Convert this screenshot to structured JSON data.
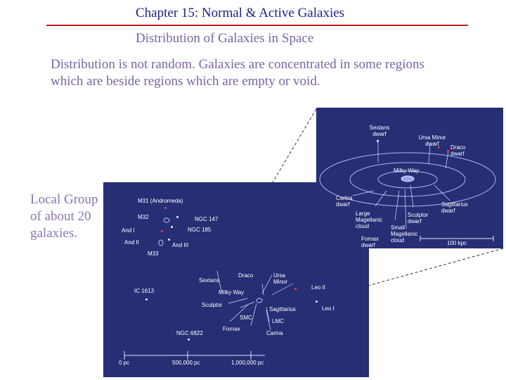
{
  "header": {
    "chapter_title": "Chapter 15: Normal & Active Galaxies",
    "subtitle": "Distribution of Galaxies in Space"
  },
  "body": {
    "paragraph": "Distribution is not random.  Galaxies are concentrated in some regions which are beside regions which are empty or void.",
    "local_group_caption": "Local Group of about 20 galaxies."
  },
  "local_group_map": {
    "labels": {
      "m31": "M31 (Andromeda)",
      "m32": "M32",
      "ngc147": "NGC 147",
      "ngc185": "NGC 185",
      "andi": "And I",
      "andii": "And II",
      "andiii": "And III",
      "m33": "M33",
      "ic1613": "IC 1613",
      "sextans": "Sextans",
      "draco": "Draco",
      "ursa_minor": "Ursa Minor",
      "milky_way": "Milky Way",
      "leo_ii": "Leo II",
      "leo_i": "Leo I",
      "sculptor": "Sculptor",
      "sagittarius": "Sagittarius",
      "smc": "SMC",
      "lmc": "LMC",
      "fornax": "Fornax",
      "carina": "Carina",
      "ngc6822": "NGC 6822"
    },
    "scale": {
      "tick0": "0 pc",
      "tick1": "500,000 pc",
      "tick2": "1,000,000 pc"
    }
  },
  "milky_way_inset": {
    "labels": {
      "sextans": "Sextans dwarf",
      "ursa_minor": "Ursa Minor dwarf",
      "draco": "Draco dwarf",
      "milky_way": "Milky Way",
      "carina": "Carina dwarf",
      "lmc": "Large Magellanic cloud",
      "sculptor": "Sculptor dwarf",
      "sagittarius": "Sagittarius dwarf",
      "smc": "Small Magellanic cloud",
      "fornax": "Fornax dwarf",
      "scale": "100 kpc"
    }
  },
  "colors": {
    "title": "#1a1f8c",
    "rule": "#c0161c",
    "text": "#7a63a8",
    "panel": "#262e74"
  }
}
